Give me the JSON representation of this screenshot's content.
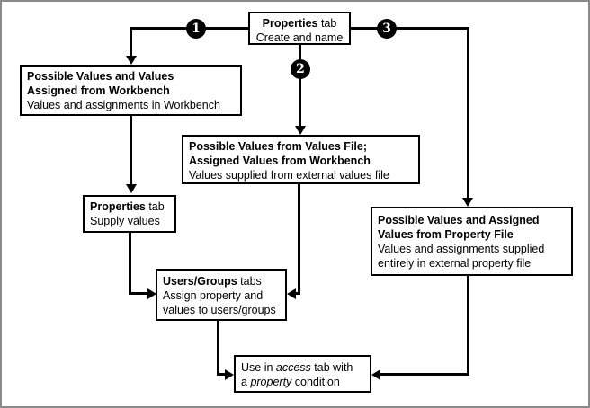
{
  "diagram": {
    "badges": {
      "b1": "1",
      "b2": "2",
      "b3": "3"
    },
    "nodes": {
      "create": {
        "bold": "Properties",
        "rest": " tab",
        "sub": "Create and name"
      },
      "workbench": {
        "title1": "Possible Values and Values",
        "title2": "Assigned from Workbench",
        "sub": "Values and assignments in Workbench"
      },
      "values_file": {
        "title1": "Possible Values from Values File;",
        "title2": "Assigned Values from Workbench",
        "sub": "Values supplied from external values file"
      },
      "supply": {
        "bold": "Properties",
        "rest": " tab",
        "sub": "Supply values"
      },
      "property_file": {
        "title1": "Possible Values and Assigned",
        "title2": "Values from Property File",
        "sub1": "Values and assignments supplied",
        "sub2": "entirely in external property file"
      },
      "users_groups": {
        "bold": "Users/Groups",
        "rest": " tabs",
        "sub1": "Assign property and",
        "sub2": "values to users/groups"
      },
      "access": {
        "p1": "Use in ",
        "i1": "access",
        "p2": " tab with",
        "p3": "a ",
        "i2": "property",
        "p4": " condition"
      }
    },
    "colors": {
      "line": "#000000",
      "box_border": "#000000",
      "box_bg": "#ffffff",
      "frame": "#8a8a8a",
      "badge_bg": "#000000",
      "badge_text": "#ffffff"
    }
  }
}
